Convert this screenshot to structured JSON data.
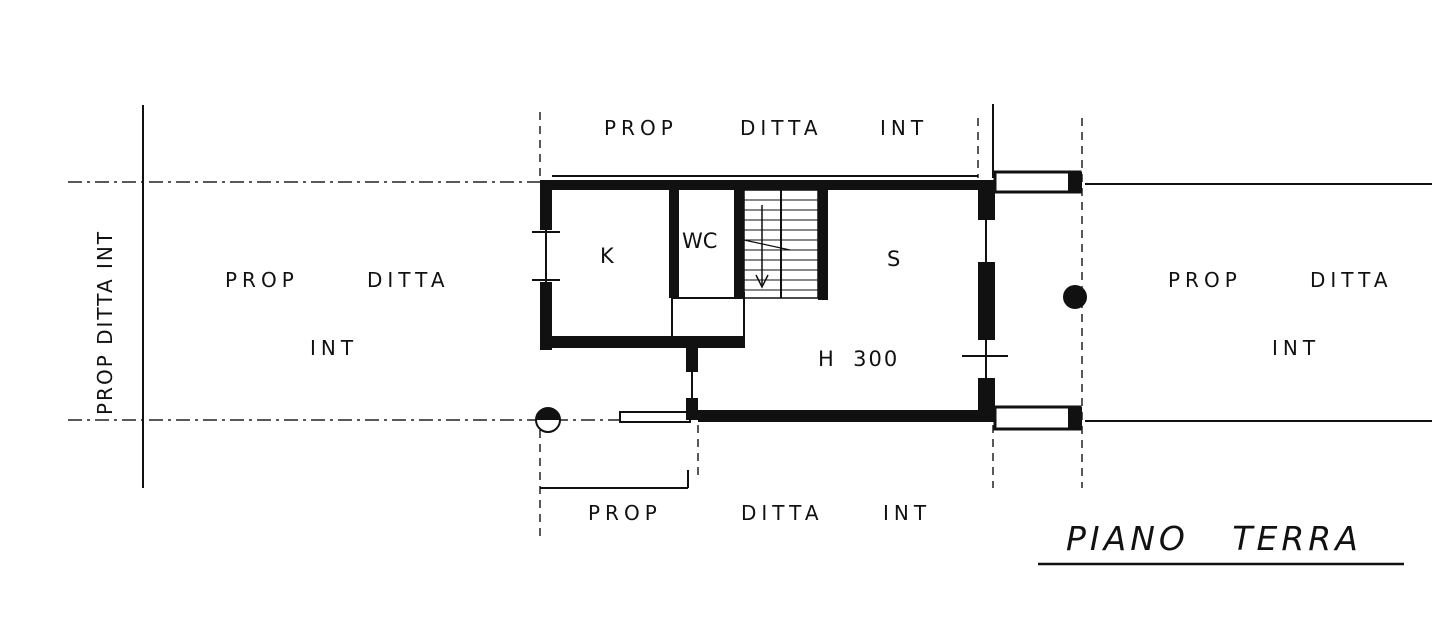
{
  "labels": {
    "top": [
      "PROP",
      "DITTA",
      "INT"
    ],
    "bottom": [
      "PROP",
      "DITTA",
      "INT"
    ],
    "left_line1": [
      "PROP",
      "DITTA"
    ],
    "left_line2": "INT",
    "right_line1": [
      "PROP",
      "DITTA"
    ],
    "right_line2": "INT",
    "vertical": "PROP DITTA INT"
  },
  "rooms": {
    "kitchen": "K",
    "wc": "WC",
    "living": "S",
    "height": "H  300"
  },
  "title": "PIANO   TERRA"
}
